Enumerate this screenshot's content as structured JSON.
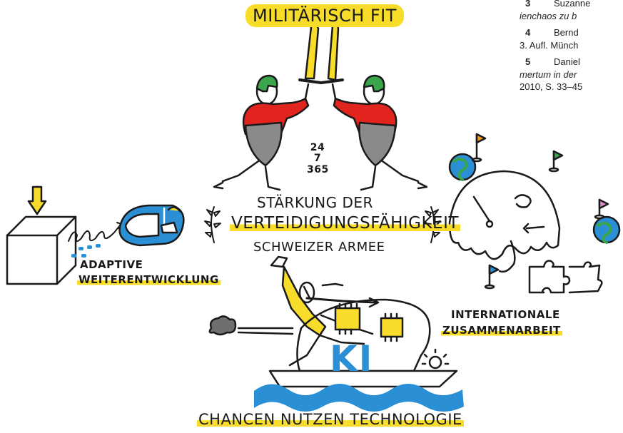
{
  "title": "MILITÄRISCH FIT",
  "center": {
    "counter_lines": [
      "24",
      "7",
      "365"
    ],
    "line1": "STÄRKUNG DER",
    "line2": "VERTEIDIGUNGSFÄHIGKEIT",
    "line3": "SCHWEIZER ARMEE"
  },
  "left": {
    "line1": "ADAPTIVE",
    "line2": "WEITERENTWICKLUNG"
  },
  "right": {
    "line1": "INTERNATIONALE",
    "line2": "ZUSAMMENARBEIT"
  },
  "bottom": {
    "ki": "KI",
    "caption": "CHANCEN NUTZEN TECHNOLOGIE"
  },
  "footnotes": [
    {
      "num": "3",
      "line1": "Suzanne",
      "line2": "ienchaos zu b"
    },
    {
      "num": "4",
      "line1": "Bernd",
      "line2": "3. Aufl. Münch"
    },
    {
      "num": "5",
      "line1": "Daniel",
      "line2": "mertum in der",
      "line3": "2010, S. 33–45"
    }
  ],
  "colors": {
    "yellow": "#f7dd2a",
    "red": "#e2241f",
    "green": "#3aa54a",
    "blue": "#2b8fd6",
    "grey": "#8a8a8a"
  }
}
